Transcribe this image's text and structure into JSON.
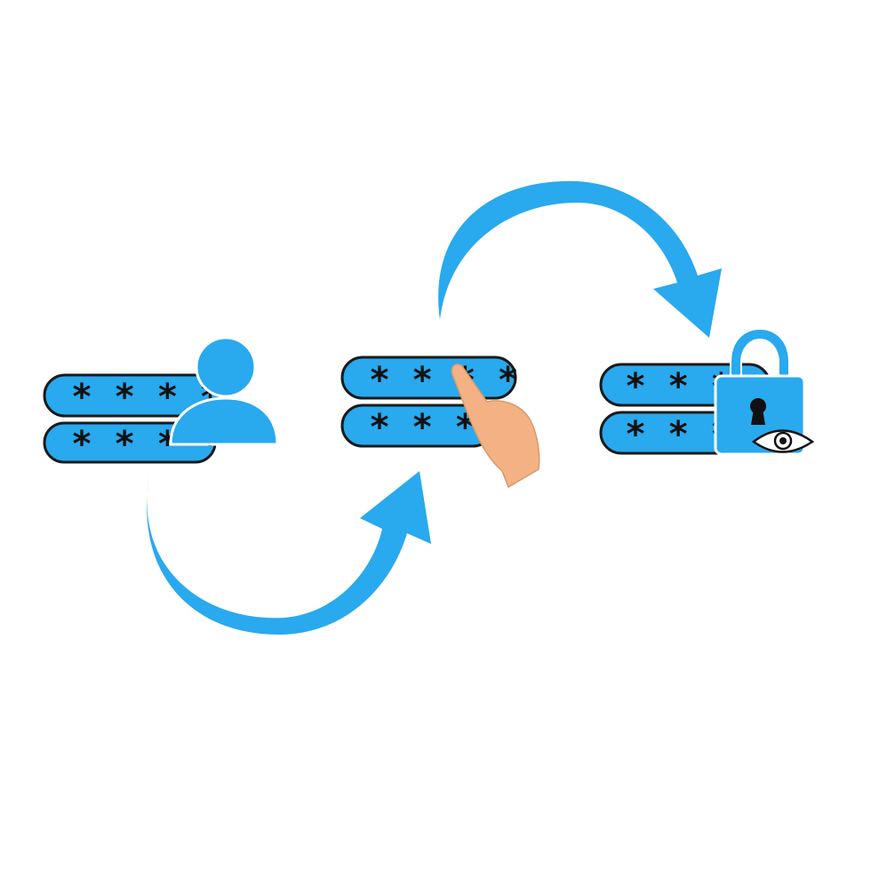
{
  "colors": {
    "accent": "#29a9ee",
    "field_fill": "#29a9ee",
    "field_border": "#1a1a1a",
    "asterisks": "#111111",
    "hand": "#f4b183",
    "keyhole": "#111111",
    "background": "#ffffff"
  },
  "steps": [
    {
      "icon": "user-icon",
      "fields": [
        "* * * *",
        "* * * *"
      ]
    },
    {
      "icon": "pointing-hand-icon",
      "fields": [
        "* * * *",
        "* * *"
      ]
    },
    {
      "icon": "padlock-icon",
      "secondary_icon": "eye-icon",
      "fields": [
        "* * *",
        "* * *"
      ]
    }
  ],
  "arrows": [
    {
      "from": "step-1",
      "to": "step-2",
      "icon": "curved-arrow-icon"
    },
    {
      "from": "step-2",
      "to": "step-3",
      "icon": "curved-arrow-icon"
    }
  ]
}
